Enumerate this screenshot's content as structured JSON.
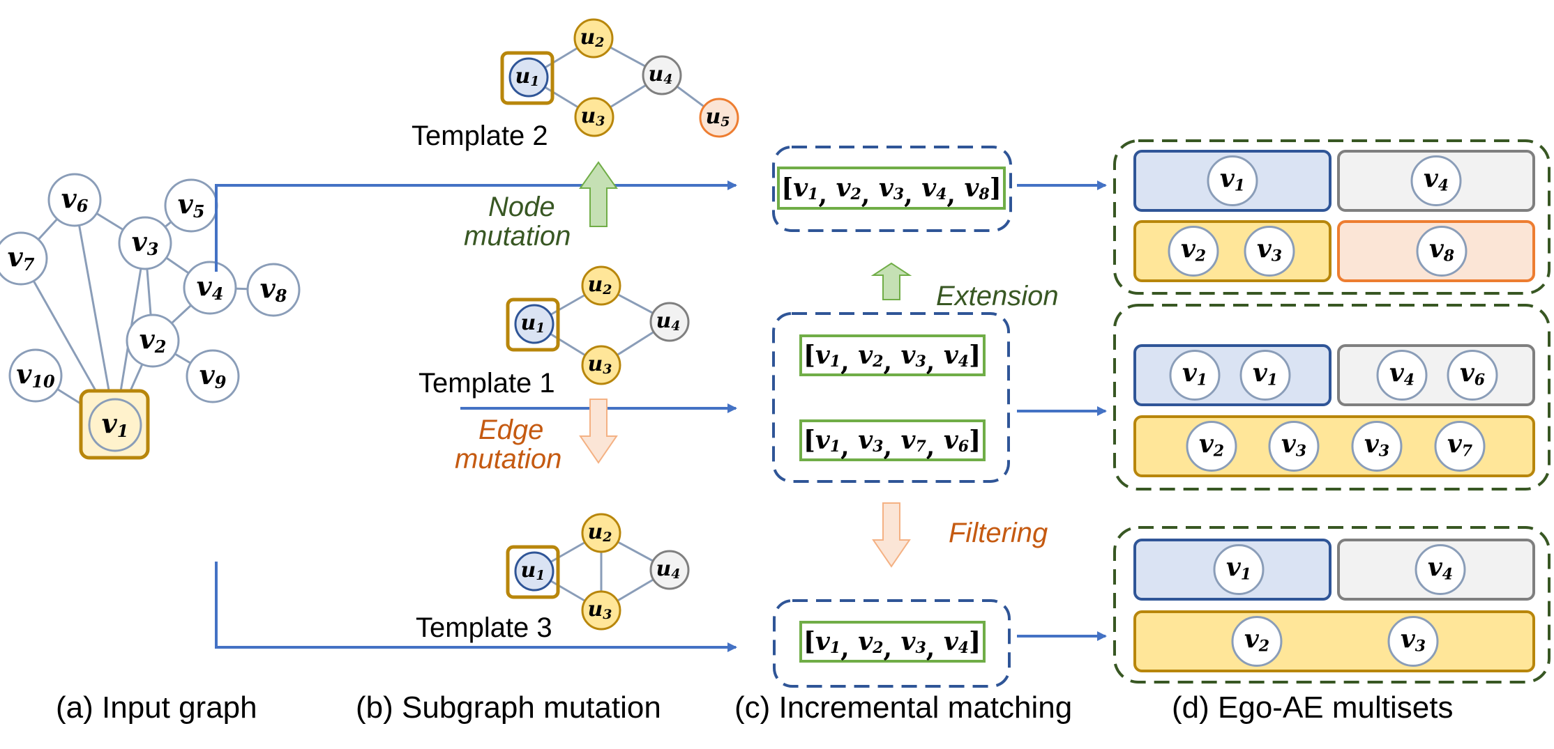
{
  "colors": {
    "edge": "#8a9db8",
    "node_stroke": "#8a9db8",
    "arrow_blue": "#4472c4",
    "template_box": "#b8860b",
    "v1_fill": "#fff2cc",
    "u_blue": "#dae3f3",
    "u_blue_stroke": "#2f5597",
    "u_yellow": "#ffe699",
    "u_yellow_stroke": "#b8860b",
    "u_gray": "#f2f2f2",
    "u_gray_stroke": "#7f7f7f",
    "u_orange": "#fbe5d6",
    "u_orange_stroke": "#ed7d31",
    "green_label": "#385723",
    "orange_label": "#c55a11",
    "green_arrow_fill": "#c5e0b4",
    "green_arrow_stroke": "#70ad47",
    "orange_arrow_fill": "#fbe5d6",
    "orange_arrow_stroke": "#f4b183",
    "dash_blue": "#2f5597",
    "dash_green": "#385723",
    "match_box": "#70ad47"
  },
  "input_graph": {
    "nodes": [
      {
        "id": "v1",
        "base": "v",
        "sub": "1"
      },
      {
        "id": "v2",
        "base": "v",
        "sub": "2"
      },
      {
        "id": "v3",
        "base": "v",
        "sub": "3"
      },
      {
        "id": "v4",
        "base": "v",
        "sub": "4"
      },
      {
        "id": "v5",
        "base": "v",
        "sub": "5"
      },
      {
        "id": "v6",
        "base": "v",
        "sub": "6"
      },
      {
        "id": "v7",
        "base": "v",
        "sub": "7"
      },
      {
        "id": "v8",
        "base": "v",
        "sub": "8"
      },
      {
        "id": "v9",
        "base": "v",
        "sub": "9"
      },
      {
        "id": "v10",
        "base": "v",
        "sub": "10"
      }
    ],
    "edges": [
      [
        "v6",
        "v7"
      ],
      [
        "v6",
        "v1"
      ],
      [
        "v6",
        "v3"
      ],
      [
        "v7",
        "v1"
      ],
      [
        "v1",
        "v3"
      ],
      [
        "v1",
        "v2"
      ],
      [
        "v1",
        "v10"
      ],
      [
        "v3",
        "v5"
      ],
      [
        "v3",
        "v4"
      ],
      [
        "v3",
        "v2"
      ],
      [
        "v4",
        "v2"
      ],
      [
        "v4",
        "v8"
      ],
      [
        "v2",
        "v9"
      ]
    ]
  },
  "templates": [
    {
      "label": "Template 2",
      "nodes": [
        "u1",
        "u2",
        "u3",
        "u4",
        "u5"
      ]
    },
    {
      "label": "Template 1",
      "nodes": [
        "u1",
        "u2",
        "u3",
        "u4"
      ]
    },
    {
      "label": "Template 3",
      "nodes": [
        "u1",
        "u2",
        "u3",
        "u4"
      ]
    }
  ],
  "mutations": {
    "node": {
      "line1": "Node",
      "line2": "mutation"
    },
    "edge": {
      "line1": "Edge",
      "line2": "mutation"
    }
  },
  "matching": {
    "extension": "Extension",
    "filtering": "Filtering",
    "top": [
      [
        "v1",
        "v2",
        "v3",
        "v4",
        "v8"
      ]
    ],
    "middle": [
      [
        "v1",
        "v2",
        "v3",
        "v4"
      ],
      [
        "v1",
        "v3",
        "v7",
        "v6"
      ]
    ],
    "bottom": [
      [
        "v1",
        "v2",
        "v3",
        "v4"
      ]
    ]
  },
  "multisets": {
    "top": {
      "row1": [
        {
          "color": "blue",
          "nodes": [
            "v1"
          ]
        },
        {
          "color": "gray",
          "nodes": [
            "v4"
          ]
        }
      ],
      "row2": [
        {
          "color": "yellow",
          "nodes": [
            "v2",
            "v3"
          ]
        },
        {
          "color": "orange",
          "nodes": [
            "v8"
          ]
        }
      ]
    },
    "middle": {
      "row1": [
        {
          "color": "blue",
          "nodes": [
            "v1",
            "v1"
          ]
        },
        {
          "color": "gray",
          "nodes": [
            "v4",
            "v6"
          ]
        }
      ],
      "row2": [
        {
          "color": "yellow",
          "nodes": [
            "v2",
            "v3",
            "v3",
            "v7"
          ]
        }
      ]
    },
    "bottom": {
      "row1": [
        {
          "color": "blue",
          "nodes": [
            "v1"
          ]
        },
        {
          "color": "gray",
          "nodes": [
            "v4"
          ]
        }
      ],
      "row2": [
        {
          "color": "yellow",
          "nodes": [
            "v2",
            "v3"
          ]
        }
      ]
    }
  },
  "captions": {
    "a": "(a) Input graph",
    "b": "(b) Subgraph mutation",
    "c": "(c) Incremental matching",
    "d": "(d) Ego-AE multisets"
  }
}
